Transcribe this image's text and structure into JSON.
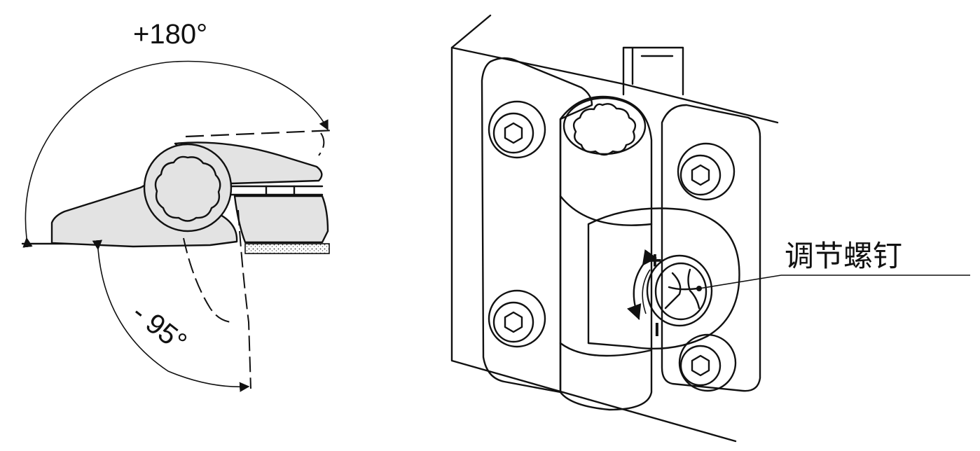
{
  "angle_open_label": "+180°",
  "angle_close_label": "- 95°",
  "adjust_screw_label": "调节螺钉",
  "adjust_plus_symbol": "+",
  "adjust_minus_symbol": "I",
  "colors": {
    "stroke": "#111111",
    "part_fill": "#e3e3e3",
    "background": "#ffffff"
  }
}
